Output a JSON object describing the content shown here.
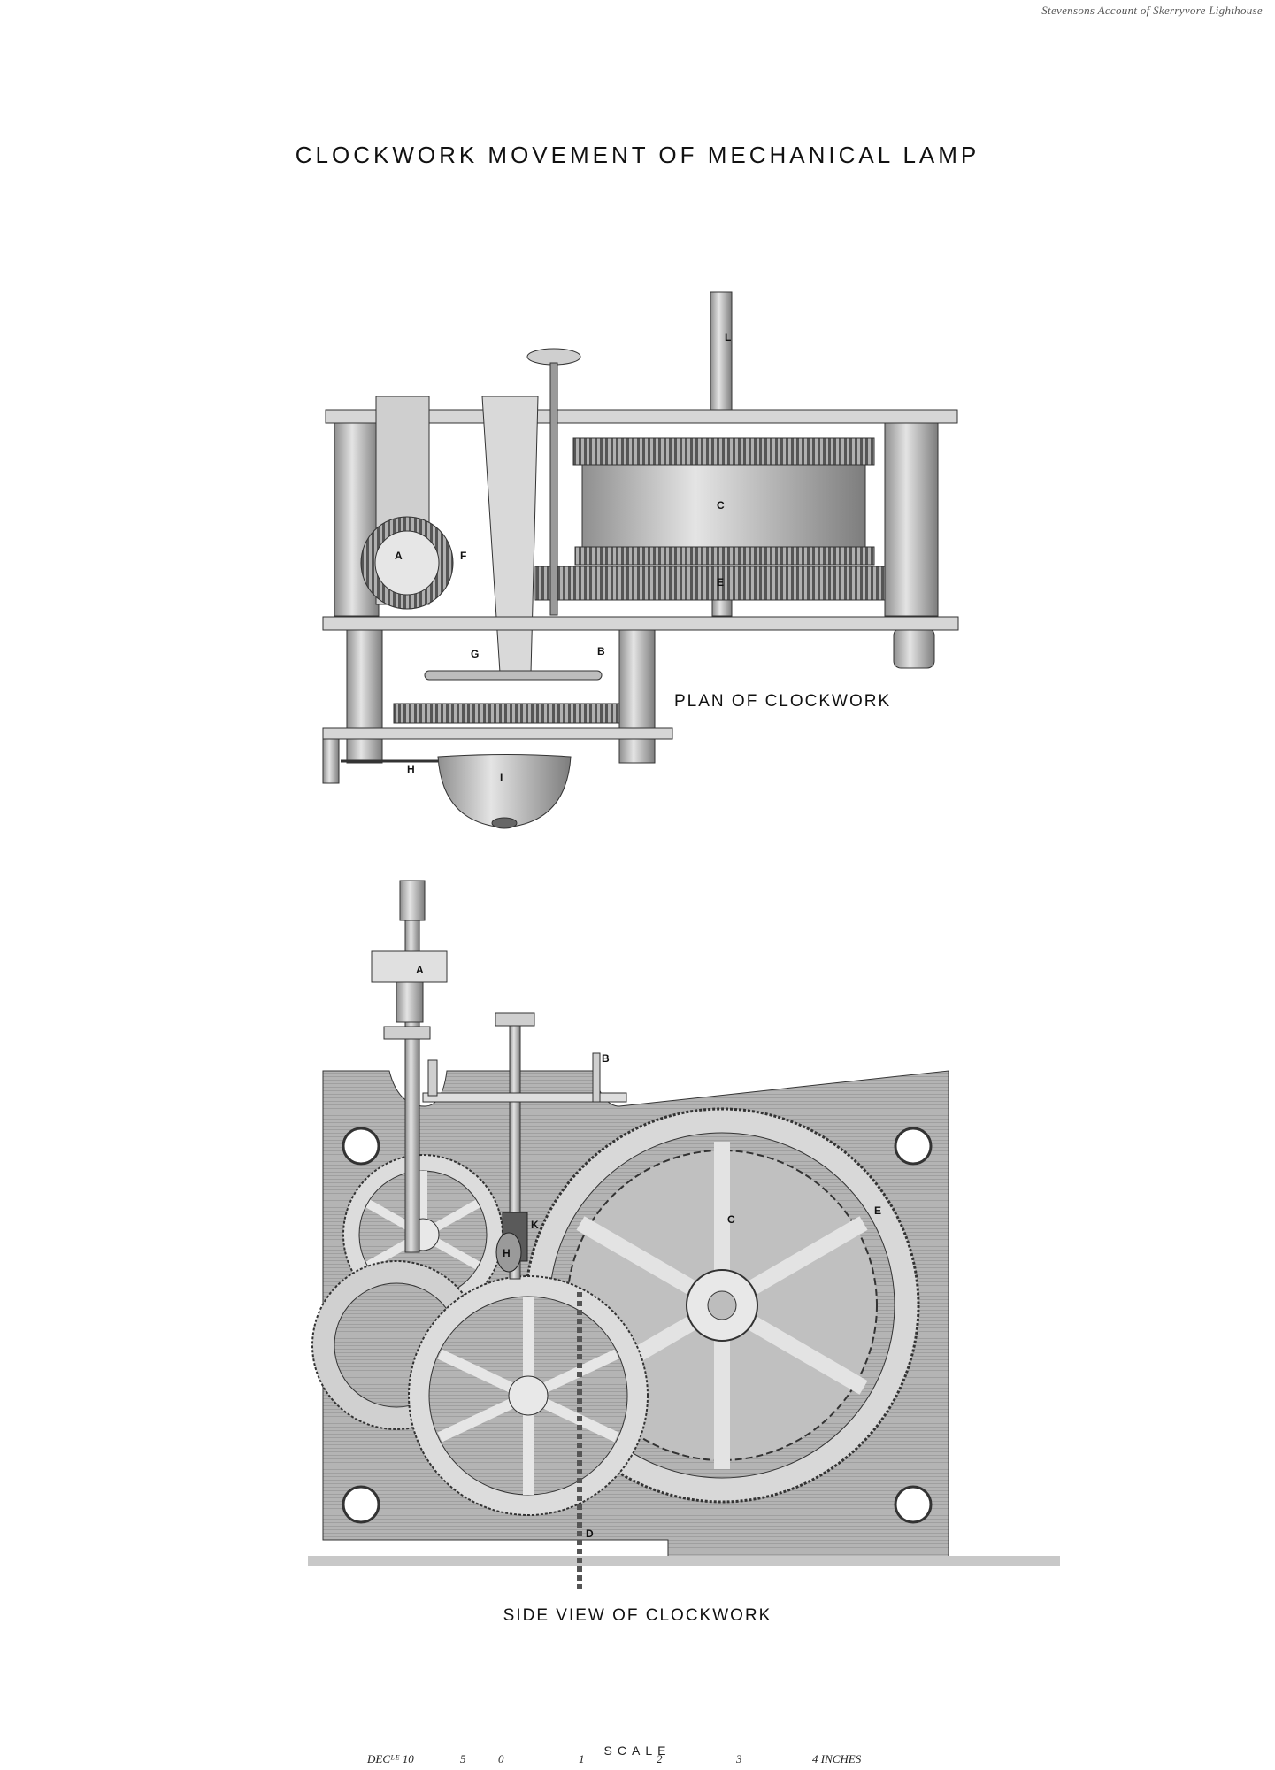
{
  "header": {
    "note": "Stevensons Account of Skerryvore Lighthouse"
  },
  "title": "CLOCKWORK MOVEMENT OF MECHANICAL LAMP",
  "plan": {
    "caption": "PLAN OF CLOCKWORK",
    "labels": {
      "L": "L",
      "C": "C",
      "E": "E",
      "A": "A",
      "F": "F",
      "G": "G",
      "B": "B",
      "H": "H",
      "I": "I"
    }
  },
  "side": {
    "caption": "SIDE VIEW OF CLOCKWORK",
    "labels": {
      "A": "A",
      "B": "B",
      "C": "C",
      "E": "E",
      "K": "K",
      "H": "H",
      "D": "D"
    }
  },
  "scale": {
    "title": "SCALE",
    "ticks": [
      "DECᴸᴱ 10",
      "5",
      "0",
      "1",
      "2",
      "3",
      "4 INCHES"
    ]
  },
  "colors": {
    "ink": "#222222",
    "metal": "#bdbdbd",
    "plate": "#a9a9a9",
    "shadow": "#8a8a8a"
  }
}
